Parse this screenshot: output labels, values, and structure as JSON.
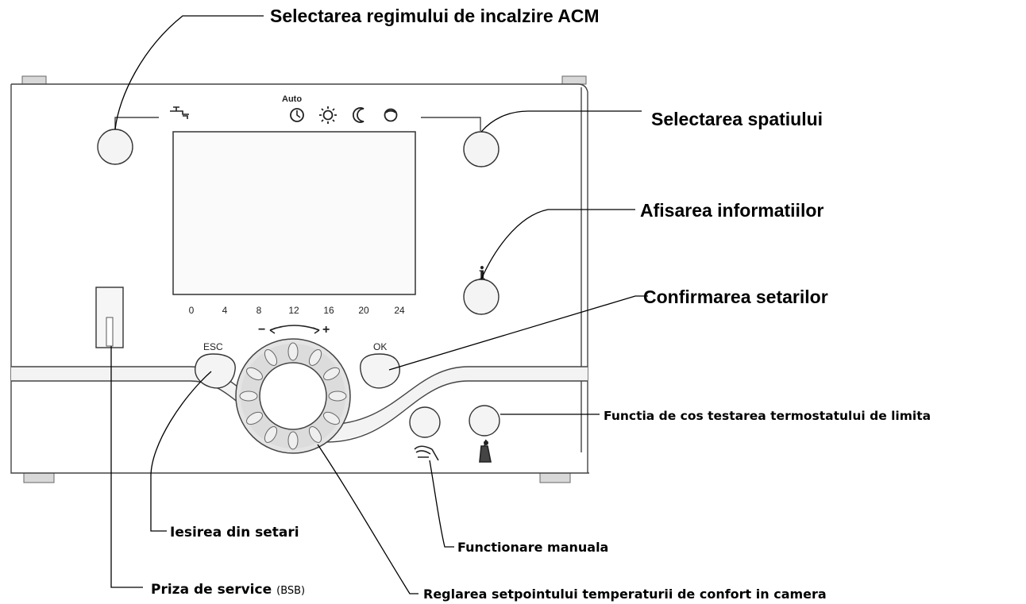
{
  "callouts": {
    "dhw_mode": "Selectarea regimului de incalzire ACM",
    "space_mode": "Selectarea spatiului",
    "info_display": "Afisarea informatiilor",
    "confirm_settings": "Confirmarea setarilor",
    "chimney_function": "Functia de cos testarea termostatului de limita",
    "exit_settings": "Iesirea din setari",
    "manual_operation": "Functionare manuala",
    "service_socket": "Priza de service",
    "service_socket_bsb": "(BSB)",
    "comfort_setpoint": "Reglarea setpointului temperaturii de confort in camera"
  },
  "panel": {
    "mode_auto_label": "Auto",
    "time_axis": [
      "0",
      "4",
      "8",
      "12",
      "16",
      "20",
      "24"
    ],
    "esc_label": "ESC",
    "ok_label": "OK",
    "knob_minus": "−",
    "knob_plus": "+",
    "info_glyph": "i"
  },
  "icons": {
    "dhw": "tap-icon",
    "auto": "clock-icon",
    "comfort": "sun-icon",
    "reduced": "moon-icon",
    "protection": "frost-protection-icon",
    "info": "info-icon",
    "manual": "hand-icon",
    "chimney": "chimney-sweep-icon"
  }
}
